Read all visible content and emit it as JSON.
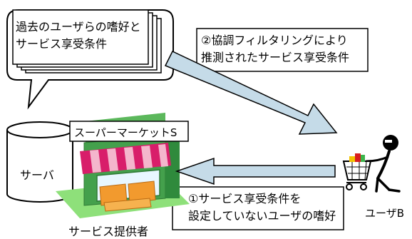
{
  "bubble": {
    "line1": "過去のユーザらの嗜好と",
    "line2": "サービス享受条件"
  },
  "collab_box": {
    "line1": "②協調フィルタリングにより",
    "line2": "推測されたサービス享受条件"
  },
  "condition_box": {
    "line1": "①サービス享受条件を",
    "line2": "設定していないユーザの嗜好"
  },
  "store_sign": "スーパーマーケットS",
  "server_label": "サーバ",
  "provider_label": "サービス提供者",
  "user_label": "ユーザB",
  "colors": {
    "arrow_fill": "#c5dbe8",
    "awning_red": "#d81e6a",
    "store_wall": "#44a04c",
    "ground": "#8ee07a",
    "stripe_pink": "#f4b6cc"
  }
}
